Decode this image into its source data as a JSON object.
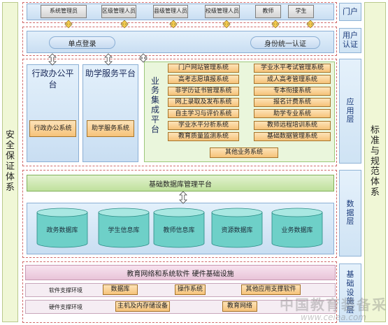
{
  "left_side": {
    "label": "安全保证体系"
  },
  "right_side": {
    "label": "标准与规范体系"
  },
  "layers": {
    "portal": "门户",
    "auth": "用户认证",
    "app": "应用层",
    "data": "数据层",
    "infra": "基础设施层"
  },
  "portal_roles": [
    "系统管理员",
    "区级管理人员",
    "县级管理人员",
    "校级管理人员",
    "教师",
    "学生"
  ],
  "auth": {
    "single_login": "单点登录",
    "unified_auth": "身份统一认证"
  },
  "admin_platform": {
    "title": "行政办公平台",
    "system": "行政办公系统"
  },
  "study_platform": {
    "title": "助学服务平台",
    "system": "助学服务系统"
  },
  "business_platform": {
    "title": "业务集成平台",
    "left_systems": [
      "门户网站管理系统",
      "高考志愿填报系统",
      "非学历证书管理系统",
      "网上录取及发布系统",
      "自主学习与评价系统",
      "学业水平分析系统",
      "教育质量监测系统"
    ],
    "right_systems": [
      "学业水平考试管理系统",
      "成人高考管理系统",
      "专本衔接系统",
      "报名计费系统",
      "助学专业系统",
      "教师远程培训系统",
      "基础数据管理系统"
    ],
    "other": "其他业务系统"
  },
  "db_platform": "基础数据库管理平台",
  "databases": [
    "政务数据库",
    "学生信息库",
    "教师信息库",
    "资源数据库",
    "业务数据库"
  ],
  "infra": {
    "title": "教育网络和系统软件  硬件基础设施",
    "software_env": "软件支撑环境",
    "software_items": [
      "数据库",
      "操作系统",
      "其他应用支撑软件"
    ],
    "hardware_env": "硬件支撑环境",
    "hardware_items": [
      "主机及内存储设备",
      "教育网络"
    ]
  },
  "watermark": {
    "text": "中国教育装备采",
    "url": "www.ceiea.com"
  }
}
